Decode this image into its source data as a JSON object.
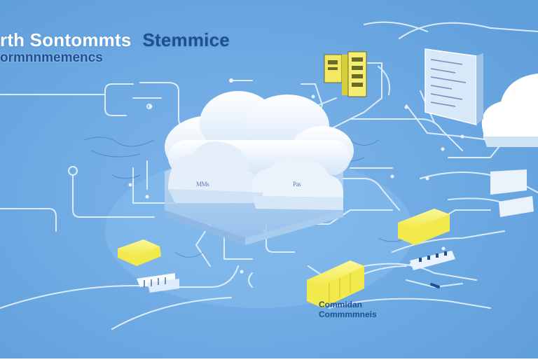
{
  "headline": {
    "part1": "rth Sontommts",
    "part2": "Stemmice"
  },
  "subline": "ormnnmemencs",
  "clouds": {
    "left_label": "MMs",
    "right_label": "Pas"
  },
  "caption": "Commidan\nCommmmneis",
  "colors": {
    "background": "#6aa6e0",
    "accent_yellow": "#f4ef6a",
    "line_white": "#e8f3ff"
  }
}
